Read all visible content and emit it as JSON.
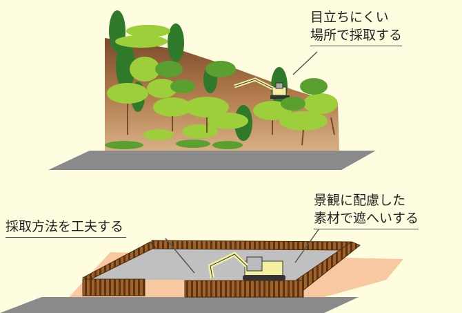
{
  "labels": {
    "top_line1": "目立ちにくい",
    "top_line2": "場所で採取する",
    "mid_line1": "景観に配慮した",
    "mid_line2": "素材で遮へいする",
    "left_label": "採取方法を工夫する"
  },
  "colors": {
    "background": "#fffde0",
    "ground": "#8a8a8a",
    "soil": "#c9a070",
    "tree_light": "#9ccf3a",
    "tree_dark": "#2f7a2a",
    "fence": "#7a4a18",
    "pit_floor": "#c0c0c0",
    "excavator": "#f4f0a0"
  }
}
